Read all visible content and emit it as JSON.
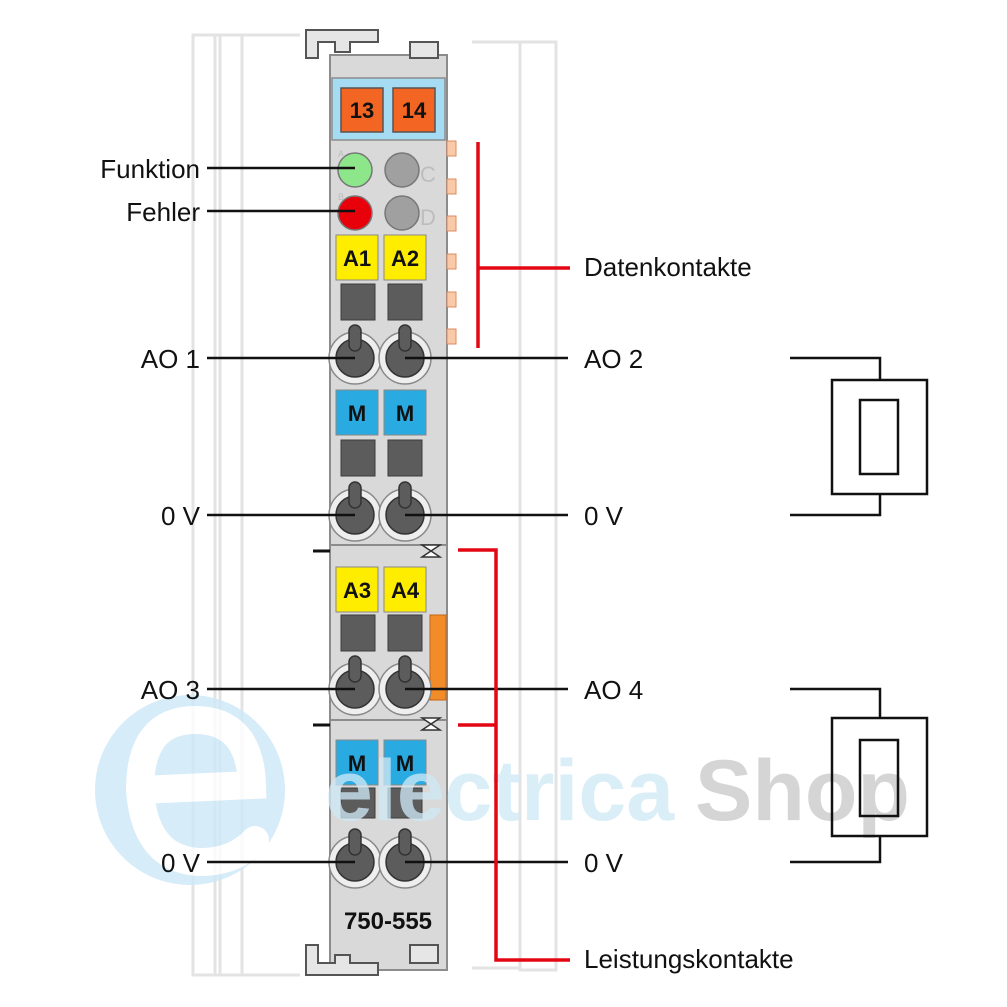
{
  "labels": {
    "funktion": "Funktion",
    "fehler": "Fehler",
    "ao1": "AO 1",
    "ao2": "AO 2",
    "ov_left_1": "0 V",
    "ov_right_1": "0 V",
    "ao3": "AO 3",
    "ao4": "AO 4",
    "ov_left_2": "0 V",
    "ov_right_2": "0 V",
    "datenkontakte": "Datenkontakte",
    "leistungskontakte": "Leistungskontakte"
  },
  "module": {
    "model": "750-555",
    "top_keys": [
      "13",
      "14"
    ],
    "led_letters": [
      "A",
      "B",
      "C",
      "D"
    ],
    "channel_keys": [
      "A1",
      "A2",
      "M",
      "M",
      "A3",
      "A4",
      "M",
      "M"
    ]
  },
  "watermark": {
    "text_part1": "electrica",
    "text_part2": "Shop"
  },
  "colors": {
    "accent_red": "#e30613",
    "key_orange": "#f26522",
    "key_yellow": "#ffed00",
    "key_blue": "#29aae1",
    "led_green": "#8ee68a",
    "led_red": "#e8000b",
    "module_grey": "#d9d9d9",
    "top_blue": "#a6dcf3"
  },
  "icons": [
    "led-function-icon",
    "led-error-icon",
    "resistor-load-icon"
  ]
}
